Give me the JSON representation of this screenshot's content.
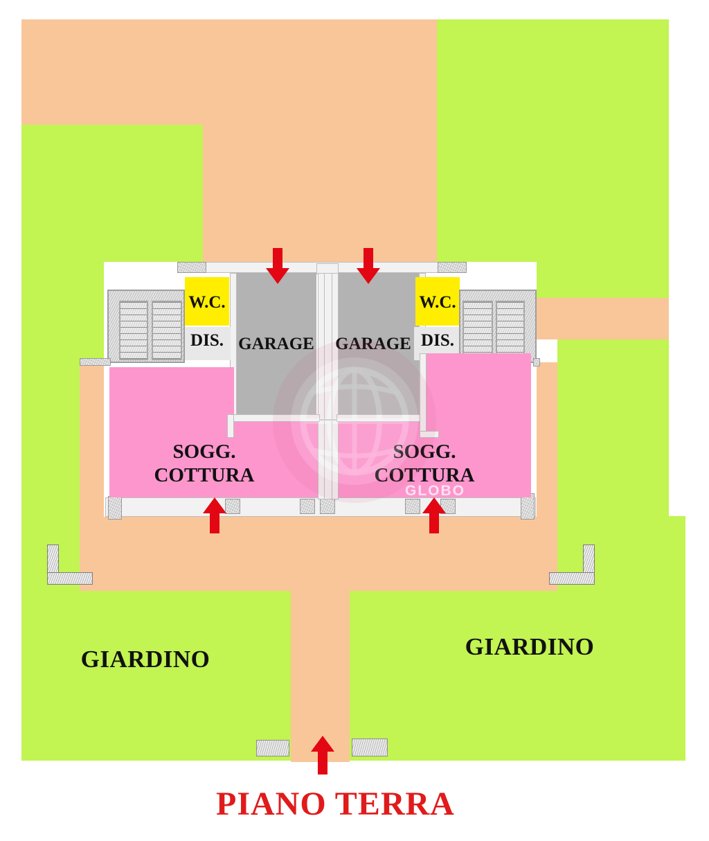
{
  "title": "PIANO TERRA",
  "colors": {
    "garden": "#c2f452",
    "courtyard": "#f9c69a",
    "garage": "#b3b3b3",
    "living": "#fc96cd",
    "wc": "#ffee00",
    "corridor": "#e8e8e8",
    "arrow": "#e30613",
    "title": "#e01b1b",
    "wall": "#e9e9e9"
  },
  "rooms": {
    "garage_left": "GARAGE",
    "garage_right": "GARAGE",
    "wc_left": "W.C.",
    "wc_right": "W.C.",
    "dis_left": "DIS.",
    "dis_right": "DIS.",
    "sogg_left_line1": "SOGG.",
    "sogg_left_line2": "COTTURA",
    "sogg_right_line1": "SOGG.",
    "sogg_right_line2": "COTTURA"
  },
  "outdoor": {
    "garden_left": "GIARDINO",
    "garden_right": "GIARDINO"
  },
  "watermark": {
    "text": "GLOBO"
  },
  "arrows": [
    {
      "name": "garage-left-entry",
      "direction": "down"
    },
    {
      "name": "garage-right-entry",
      "direction": "down"
    },
    {
      "name": "sogg-left-entry",
      "direction": "up"
    },
    {
      "name": "sogg-right-entry",
      "direction": "up"
    },
    {
      "name": "site-main-entry",
      "direction": "up"
    }
  ]
}
